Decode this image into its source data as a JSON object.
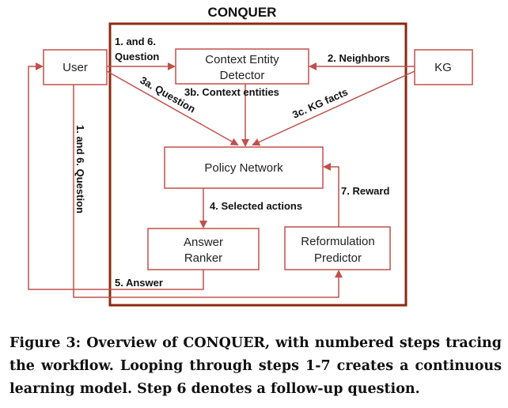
{
  "diagram": {
    "title": "CONQUER",
    "nodes": {
      "user": "User",
      "context_entity_detector": [
        "Context Entity",
        "Detector"
      ],
      "kg": "KG",
      "policy_network": "Policy Network",
      "answer_ranker": [
        "Answer",
        "Ranker"
      ],
      "reformulation_predictor": [
        "Reformulation",
        "Predictor"
      ]
    },
    "edges": {
      "step_1_6_question_top": [
        "1. and 6.",
        "Question"
      ],
      "step_2_neighbors": "2. Neighbors",
      "step_3a_question": "3a. Question",
      "step_3b_context_entities": "3b. Context entities",
      "step_3c_kg_facts": "3c. KG facts",
      "step_1_6_question_vertical": "1. and 6. Question",
      "step_4_selected_actions": "4. Selected actions",
      "step_7_reward": "7. Reward",
      "step_5_answer": "5. Answer"
    },
    "colors": {
      "box_stroke": "#c0504d",
      "container_stroke": "#8b2a10",
      "arrow": "#c0504d"
    }
  },
  "caption": {
    "lead": "Figure 3: Overview of ",
    "system_name": "CONQUER",
    "rest": ", with numbered steps tracing the workflow. Looping through steps 1-7 creates a continuous learning model. Step 6 denotes a follow-up question."
  }
}
